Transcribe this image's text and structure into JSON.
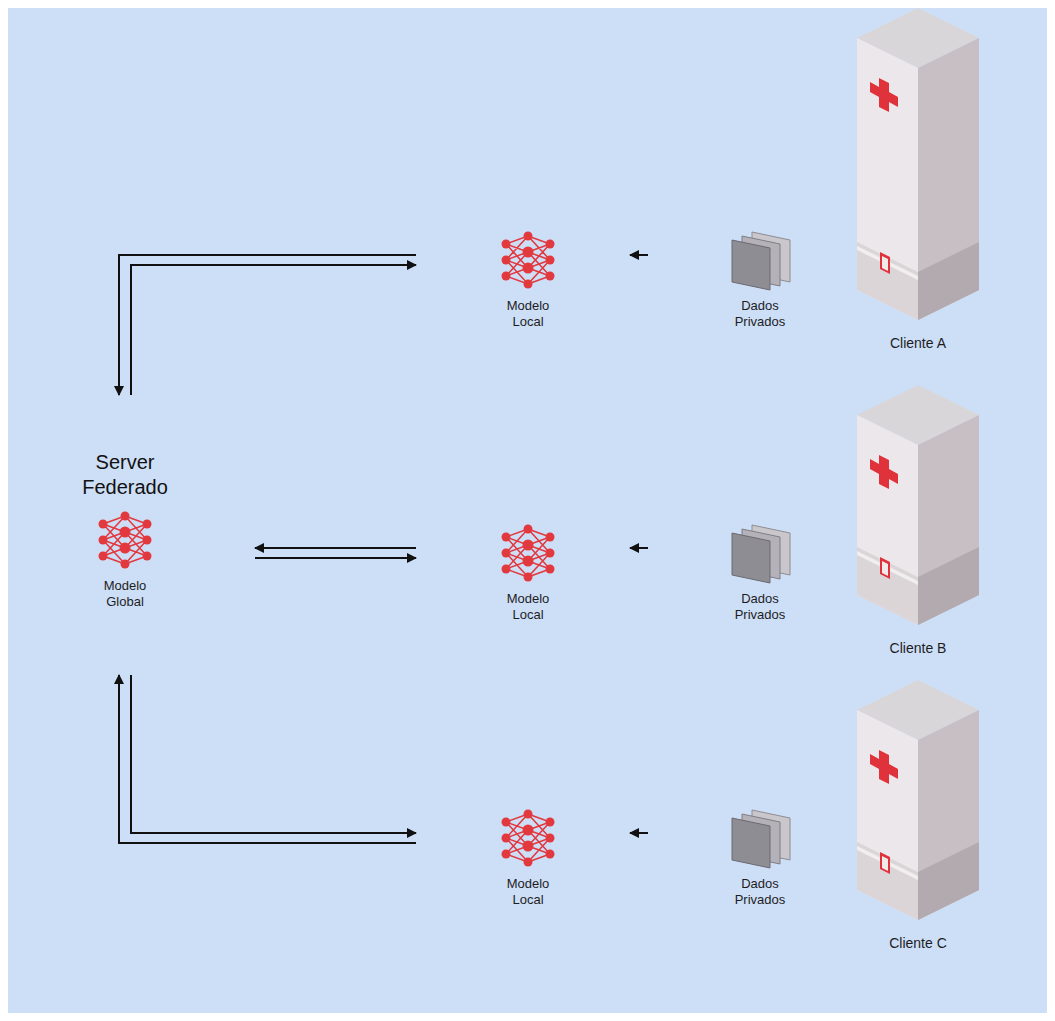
{
  "diagram": {
    "nodes": [
      {
        "text": [
          "Server Federado",
          "Modelo Global"
        ]
      },
      {
        "text": [
          "Modelo Local"
        ]
      },
      {
        "text": [
          "Dados Privados"
        ]
      },
      {
        "text": [
          "Cliente A"
        ]
      },
      {
        "text": [
          "Modelo Local"
        ]
      },
      {
        "text": [
          "Dados Privados"
        ]
      },
      {
        "text": [
          "Cliente B"
        ]
      },
      {
        "text": [
          "Modelo Local"
        ]
      },
      {
        "text": [
          "Dados Privados"
        ]
      },
      {
        "text": [
          "Cliente C"
        ]
      }
    ],
    "edges": [
      {
        "from": 0,
        "to": 1,
        "arrow": "to"
      },
      {
        "from": 1,
        "to": 0,
        "arrow": "to"
      },
      {
        "from": 0,
        "to": 4,
        "arrow": "to"
      },
      {
        "from": 4,
        "to": 0,
        "arrow": "to"
      },
      {
        "from": 0,
        "to": 7,
        "arrow": "to"
      },
      {
        "from": 7,
        "to": 0,
        "arrow": "to"
      },
      {
        "from": 2,
        "to": 1,
        "arrow": "to"
      },
      {
        "from": 5,
        "to": 4,
        "arrow": "to"
      },
      {
        "from": 8,
        "to": 7,
        "arrow": "to"
      }
    ]
  }
}
